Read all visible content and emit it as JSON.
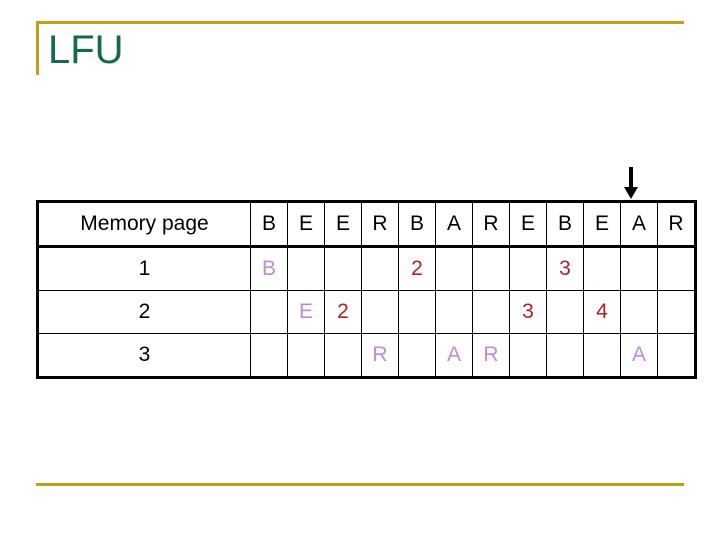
{
  "slide": {
    "title": "LFU",
    "title_color": "#156b45",
    "rule_color": "#bf9f1c",
    "background": "#ffffff"
  },
  "marker": {
    "icon": "down-arrow-icon",
    "points_to_column_index": 10,
    "points_to_reference": "A",
    "color": "#000000"
  },
  "table": {
    "label_header": "Memory page",
    "row_labels": [
      "1",
      "2",
      "3"
    ],
    "reference_string": [
      "B",
      "E",
      "E",
      "R",
      "B",
      "A",
      "R",
      "E",
      "B",
      "E",
      "A",
      "R"
    ],
    "colors": {
      "load": "#c289dd",
      "hit": "#b01f24",
      "text": "#000000",
      "border": "#000000"
    },
    "rows": [
      {
        "label": "1",
        "cells": [
          {
            "value": "B",
            "kind": "load"
          },
          {
            "value": "",
            "kind": "empty"
          },
          {
            "value": "",
            "kind": "empty"
          },
          {
            "value": "",
            "kind": "empty"
          },
          {
            "value": "2",
            "kind": "hit"
          },
          {
            "value": "",
            "kind": "empty"
          },
          {
            "value": "",
            "kind": "empty"
          },
          {
            "value": "",
            "kind": "empty"
          },
          {
            "value": "3",
            "kind": "hit"
          },
          {
            "value": "",
            "kind": "empty"
          },
          {
            "value": "",
            "kind": "empty"
          },
          {
            "value": "",
            "kind": "empty"
          }
        ]
      },
      {
        "label": "2",
        "cells": [
          {
            "value": "",
            "kind": "empty"
          },
          {
            "value": "E",
            "kind": "load"
          },
          {
            "value": "2",
            "kind": "hit"
          },
          {
            "value": "",
            "kind": "empty"
          },
          {
            "value": "",
            "kind": "empty"
          },
          {
            "value": "",
            "kind": "empty"
          },
          {
            "value": "",
            "kind": "empty"
          },
          {
            "value": "3",
            "kind": "hit"
          },
          {
            "value": "",
            "kind": "empty"
          },
          {
            "value": "4",
            "kind": "hit"
          },
          {
            "value": "",
            "kind": "empty"
          },
          {
            "value": "",
            "kind": "empty"
          }
        ]
      },
      {
        "label": "3",
        "cells": [
          {
            "value": "",
            "kind": "empty"
          },
          {
            "value": "",
            "kind": "empty"
          },
          {
            "value": "",
            "kind": "empty"
          },
          {
            "value": "R",
            "kind": "load"
          },
          {
            "value": "",
            "kind": "empty"
          },
          {
            "value": "A",
            "kind": "load"
          },
          {
            "value": "R",
            "kind": "load"
          },
          {
            "value": "",
            "kind": "empty"
          },
          {
            "value": "",
            "kind": "empty"
          },
          {
            "value": "",
            "kind": "empty"
          },
          {
            "value": "A",
            "kind": "load"
          },
          {
            "value": "",
            "kind": "empty"
          }
        ]
      }
    ]
  }
}
